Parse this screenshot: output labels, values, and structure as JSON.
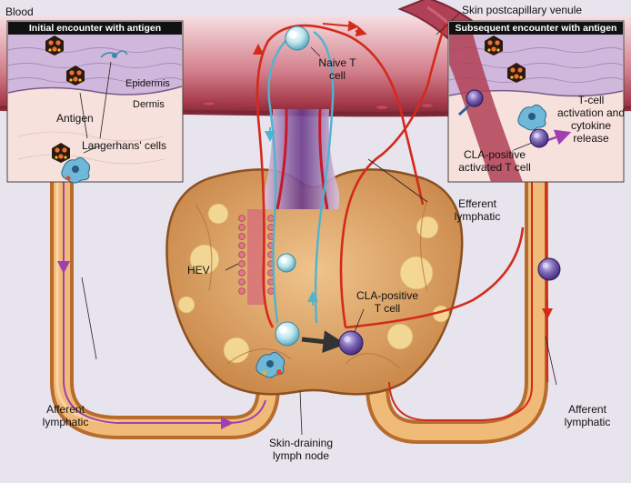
{
  "labels": {
    "blood": "Blood",
    "skin_venule": "Skin postcapillary venule",
    "naive_t_cell": "Naive T cell",
    "epidermis": "Epidermis",
    "dermis": "Dermis",
    "antigen": "Antigen",
    "langerhans": "Langerhans' cells",
    "efferent_lymphatic": "Efferent lymphatic",
    "hev": "HEV",
    "cla_positive_t_cell": "CLA-positive T cell",
    "cla_activated": "CLA-positive activated T cell",
    "t_cell_activation": "T-cell activation and cytokine release",
    "afferent_left": "Afferent lymphatic",
    "afferent_right": "Afferent lymphatic",
    "lymph_node": "Skin-draining lymph node"
  },
  "insets": {
    "initial_title": "Initial encounter with antigen",
    "subsequent_title": "Subsequent encounter with antigen"
  },
  "colors": {
    "background": "#e8e4ee",
    "blood_vessel": "#b84a5c",
    "blood_flow": "#d42a1a",
    "naive_path": "#4fb4d0",
    "lymphatic": "#e0a055",
    "node_tissue": "#e4a870",
    "migration_path": "#a040b0",
    "cla_t_cell": "#6a4aa0"
  },
  "icons": [
    "antigen-icon",
    "langerhans-cell-icon",
    "naive-t-cell-icon",
    "cla-t-cell-icon",
    "flow-arrow-icon"
  ]
}
